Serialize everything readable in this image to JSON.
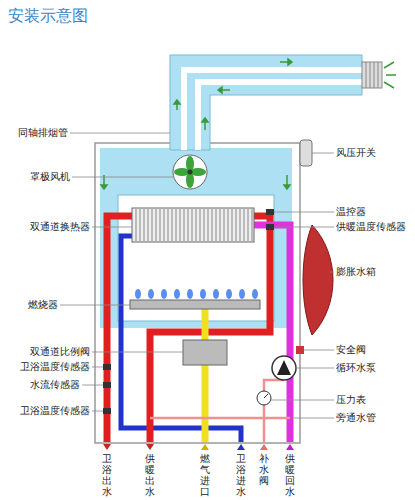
{
  "diagram": {
    "title": "安装示意图",
    "labels": [
      "同轴排烟管",
      "罩极风机",
      "双通道换热器",
      "燃烧器",
      "双通道比例阀",
      "卫浴温度传感器",
      "水流传感器",
      "卫浴温度传感器",
      "风压开关",
      "温控器",
      "供暖温度传感器",
      "膨胀水箱",
      "安全阀",
      "循环水泵",
      "压力表",
      "旁通水管",
      "卫浴出水",
      "供暖出水",
      "燃气进口",
      "卫浴进水",
      "补水阀",
      "供暖回水"
    ]
  }
}
